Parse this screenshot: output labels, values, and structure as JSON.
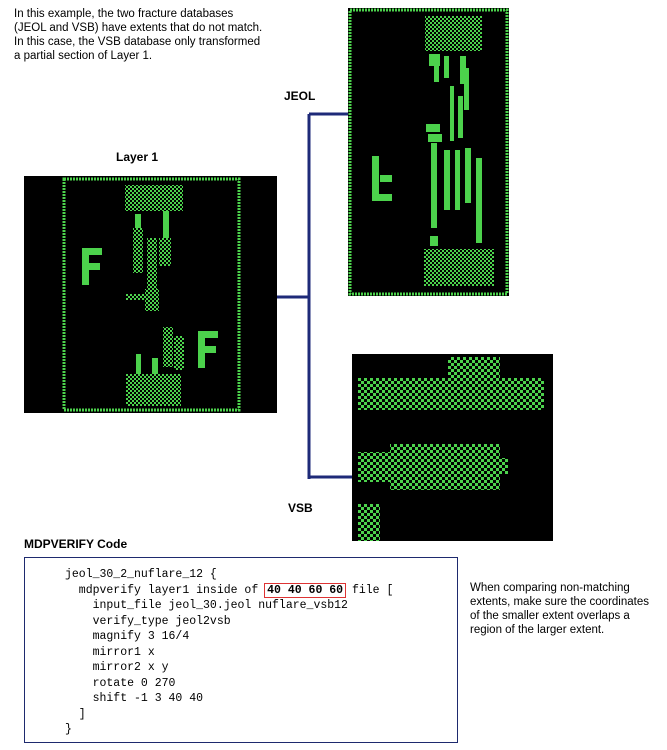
{
  "intro_text": "In this example, the two fracture databases (JEOL and VSB) have extents that do not match. In this case, the VSB database only transformed a partial section of Layer 1.",
  "labels": {
    "layer1": "Layer 1",
    "jeol": "JEOL",
    "vsb": "VSB"
  },
  "code_section": {
    "title": "MDPVERIFY Code",
    "lines": {
      "l1": "jeol_30_2_nuflare_12 {",
      "l2_pre": "  mdpverify layer1 inside of ",
      "l2_hl": "40 40 60 60",
      "l2_post": " file [",
      "l3": "    input_file jeol_30.jeol nuflare_vsb12",
      "l4": "    verify_type jeol2vsb",
      "l5": "    magnify 3 16/4",
      "l6": "    mirror1 x",
      "l7": "    mirror2 x y",
      "l8": "    rotate 0 270",
      "l9": "    shift -1 3 40 40",
      "l10": "  ]",
      "l11": "}"
    }
  },
  "note_text": "When comparing non-matching extents, make sure the coordinates of the smaller extent overlaps a region of the larger extent.",
  "colors": {
    "green": "#4cd24c",
    "connector": "#1e2a78",
    "highlight_box": "#d33333",
    "background": "#000000"
  }
}
